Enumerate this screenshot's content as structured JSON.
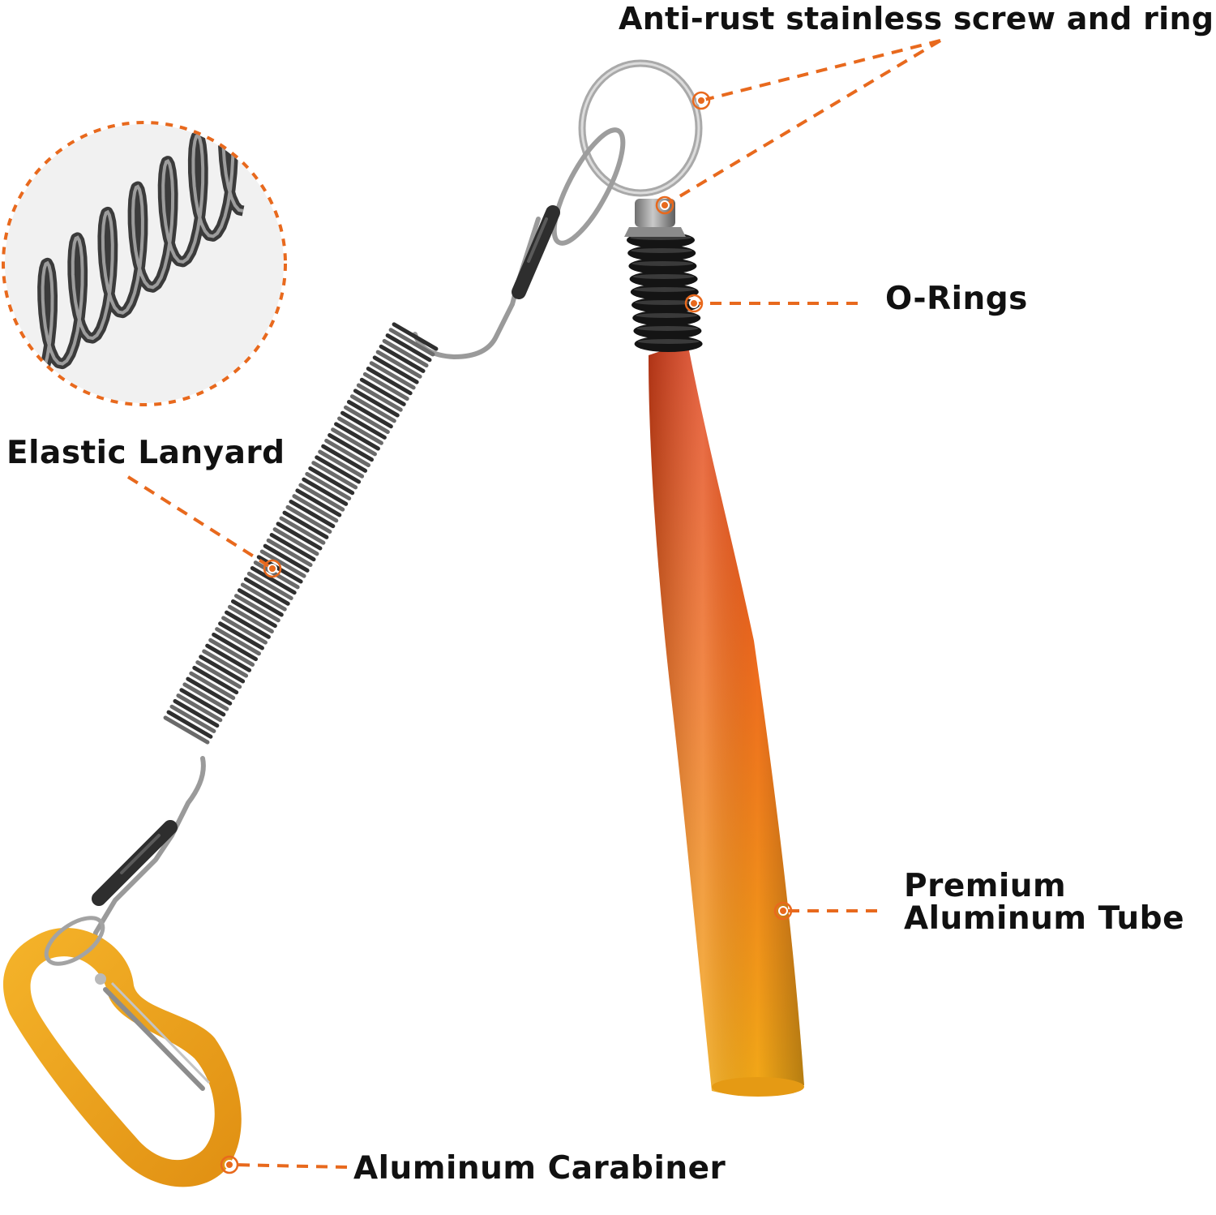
{
  "labels": {
    "anti_rust": "Anti-rust stainless screw and ring",
    "o_rings": "O-Rings",
    "elastic_lanyard": "Elastic Lanyard",
    "premium_line1": "Premium",
    "premium_line2": "Aluminum Tube",
    "carabiner": "Aluminum Carabiner"
  },
  "colors": {
    "leader_line": "#e8691d",
    "tube_top": "#e0401c",
    "tube_bottom": "#f2a917",
    "carabiner": "#f0a51a",
    "o_ring": "#141414",
    "coil": "#4a4a4a",
    "ring": "#b8b8b8",
    "label_text": "#111111"
  }
}
